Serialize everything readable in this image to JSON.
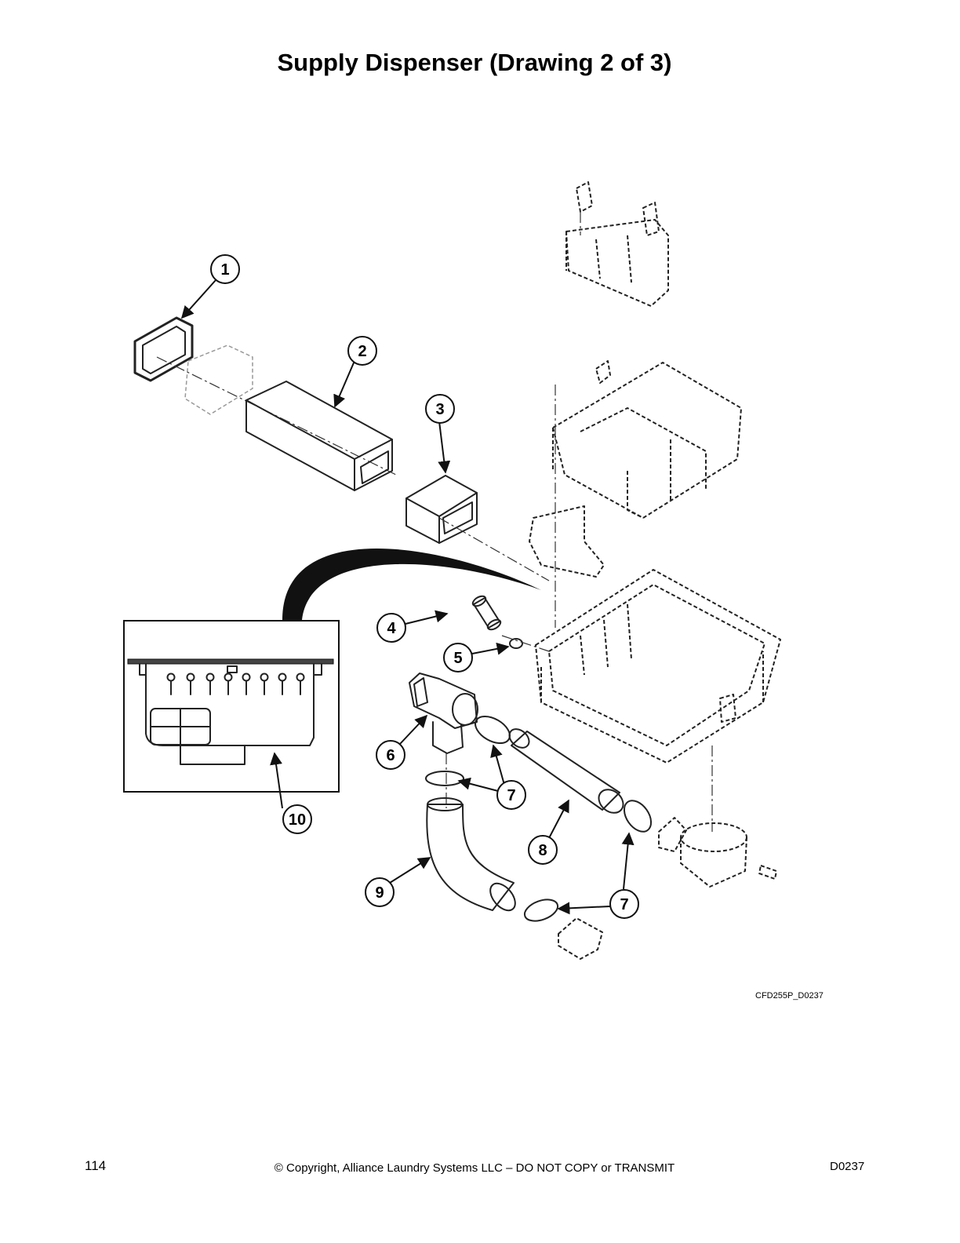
{
  "page": {
    "title": "Supply Dispenser (Drawing 2 of 3)",
    "drawing_code": "CFD255P_D0237",
    "page_number": "114",
    "copyright": "© Copyright, Alliance Laundry Systems LLC – DO NOT COPY or TRANSMIT",
    "document_code": "D0237"
  },
  "callouts": [
    "1",
    "2",
    "3",
    "4",
    "5",
    "6",
    "7",
    "8",
    "9",
    "10",
    "7"
  ]
}
